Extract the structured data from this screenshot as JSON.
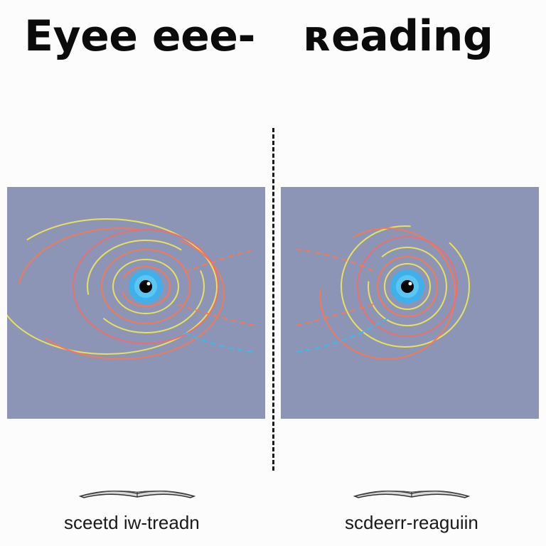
{
  "title": {
    "left": "Eyee eee-",
    "right": "ʀeading"
  },
  "panels": {
    "background": "#8c95b5",
    "ring_colors": [
      "#e8e060",
      "#f07a5a",
      "#e87070"
    ],
    "dash_colors": [
      "#f07a5a",
      "#40b8e8"
    ],
    "iris_color": "#3fb0ea"
  },
  "captions": {
    "left": "sceetd iw-treadn",
    "right": "scdeerr-reaguiin"
  },
  "icons": {
    "left_book": "open-book-icon",
    "right_book": "open-book-icon"
  }
}
